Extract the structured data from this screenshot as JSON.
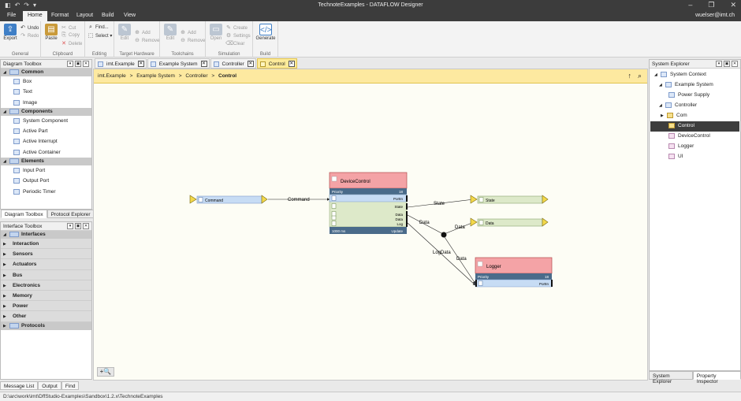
{
  "window": {
    "title": "TechnoteExamples - DATAFLOW Designer",
    "quick_icons": [
      "◧",
      "↶",
      "↷",
      "▾"
    ],
    "controls": [
      "–",
      "❐",
      "✕"
    ]
  },
  "menu": {
    "items": [
      "File",
      "Home",
      "Format",
      "Layout",
      "Build",
      "View"
    ],
    "active": "Home",
    "user": "wuelser@imt.ch"
  },
  "ribbon": {
    "general": {
      "name": "General",
      "export": "Export",
      "undo": "Undo",
      "redo": "Redo"
    },
    "clipboard": {
      "name": "Clipboard",
      "paste": "Paste",
      "cut": "Cut",
      "copy": "Copy",
      "delete": "Delete"
    },
    "editing": {
      "name": "Editing",
      "find": "Find...",
      "select": "Select"
    },
    "target_hardware": {
      "name": "Target Hardware",
      "edit": "Edit",
      "add": "Add",
      "remove": "Remove"
    },
    "toolchains": {
      "name": "Toolchains",
      "edit": "Edit",
      "add": "Add",
      "remove": "Remove"
    },
    "simulation": {
      "name": "Simulation",
      "open": "Open",
      "create": "Create",
      "settings": "Settings",
      "clear": "Clear"
    },
    "build": {
      "name": "Build",
      "generate": "Generate"
    }
  },
  "diagram_toolbox": {
    "title": "Diagram Toolbox",
    "categories": [
      {
        "name": "Common",
        "items": [
          "Box",
          "Text",
          "Image"
        ]
      },
      {
        "name": "Components",
        "items": [
          "System Component",
          "Active Part",
          "Active Interrupt",
          "Active Container"
        ]
      },
      {
        "name": "Elements",
        "items": [
          "Input Port",
          "Output Port",
          "Periodic Timer"
        ]
      }
    ],
    "tabs": [
      "Diagram Toolbox",
      "Protocol Explorer"
    ]
  },
  "interface_toolbox": {
    "title": "Interface Toolbox",
    "selected": "Interfaces",
    "categories": [
      "Interaction",
      "Sensors",
      "Actuators",
      "Bus",
      "Electronics",
      "Memory",
      "Power",
      "Other"
    ],
    "last": "Protocols"
  },
  "doc_tabs": [
    {
      "label": "imt.Example",
      "active": false
    },
    {
      "label": "Example System",
      "active": false
    },
    {
      "label": "Controller",
      "active": false
    },
    {
      "label": "Control",
      "active": true
    }
  ],
  "breadcrumb": {
    "items": [
      "imt.Example",
      ">",
      "Example System",
      ">",
      "Controller",
      ">"
    ],
    "current": "Control"
  },
  "diagram": {
    "command_port": "Command",
    "command_label": "Command",
    "device": {
      "name": "DeviceControl",
      "priority_label": "Priority",
      "priority_value": "18",
      "ports": [
        "PortIn",
        "State",
        "Data",
        "Data",
        "Log"
      ],
      "timer": "1000 ms",
      "update": "Update"
    },
    "state_label": "State",
    "data_label_1": "Data",
    "data_label_2": "Data",
    "logdata_label": "LogData",
    "data_label_3": "Data",
    "state_port": "State",
    "data_port": "Data",
    "logger": {
      "name": "Logger",
      "priority_label": "Priority",
      "priority_value": "18",
      "port": "PortIn"
    }
  },
  "system_explorer": {
    "title": "System Explorer",
    "items": [
      "System Context",
      "Example System",
      "Power Supply",
      "Controller",
      "Com",
      "Control",
      "DeviceControl",
      "Logger",
      "UI"
    ],
    "selected": "Control",
    "tabs": [
      "System Explorer",
      "Property Inspector"
    ]
  },
  "bottom_tabs": [
    "Message List",
    "Output",
    "Find"
  ],
  "status": "D:\\arc\\work\\imt\\DffStudio-Examples\\Sandbox\\1.2.x\\TechnoteExamples",
  "zoom_control": "+🔍",
  "colors": {
    "accent_yellow": "#fde9a0",
    "component_red": "#f4a3a6",
    "port_blue": "#c7dcf4",
    "port_green": "#dde9c9"
  }
}
